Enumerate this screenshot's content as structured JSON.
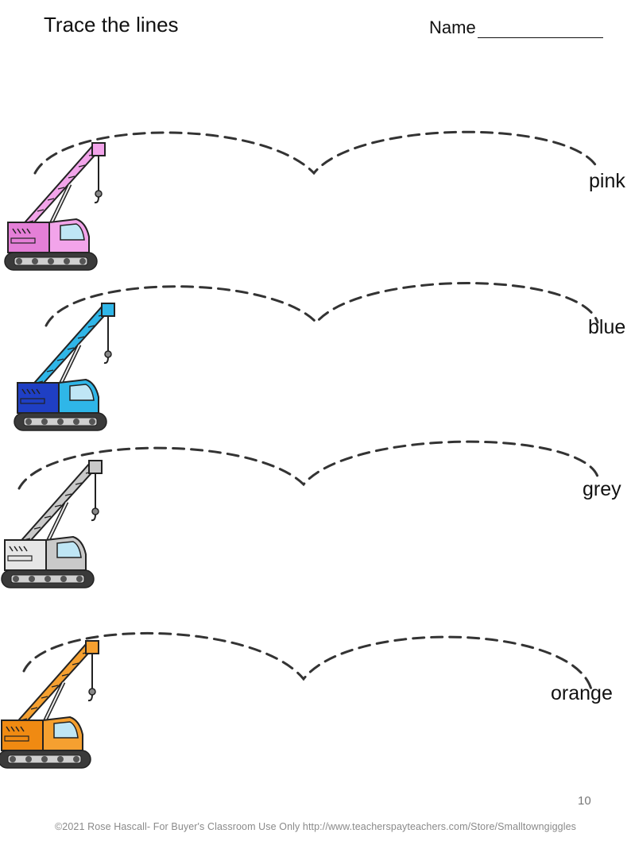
{
  "worksheet": {
    "title": "Trace the lines",
    "name_label": "Name",
    "rows": [
      {
        "label": "pink",
        "color": "#f2a4ea"
      },
      {
        "label": "blue",
        "color": "#2fb6e8"
      },
      {
        "label": "grey",
        "color": "#c9c9c9"
      },
      {
        "label": "orange",
        "color": "#f5a030"
      }
    ],
    "page_number": "10",
    "footer": "©2021 Rose Hascall- For Buyer's Classroom Use Only http://www.teacherspayteachers.com/Store/Smalltowngiggles"
  },
  "colors": {
    "dash": "#333333",
    "track": "#3a3a3a",
    "window": "#bfe6f5",
    "cab_dark": {
      "pink": "#e47fd7",
      "blue": "#1f3fc4",
      "grey": "#e6e6e6",
      "orange": "#f08a12"
    }
  }
}
